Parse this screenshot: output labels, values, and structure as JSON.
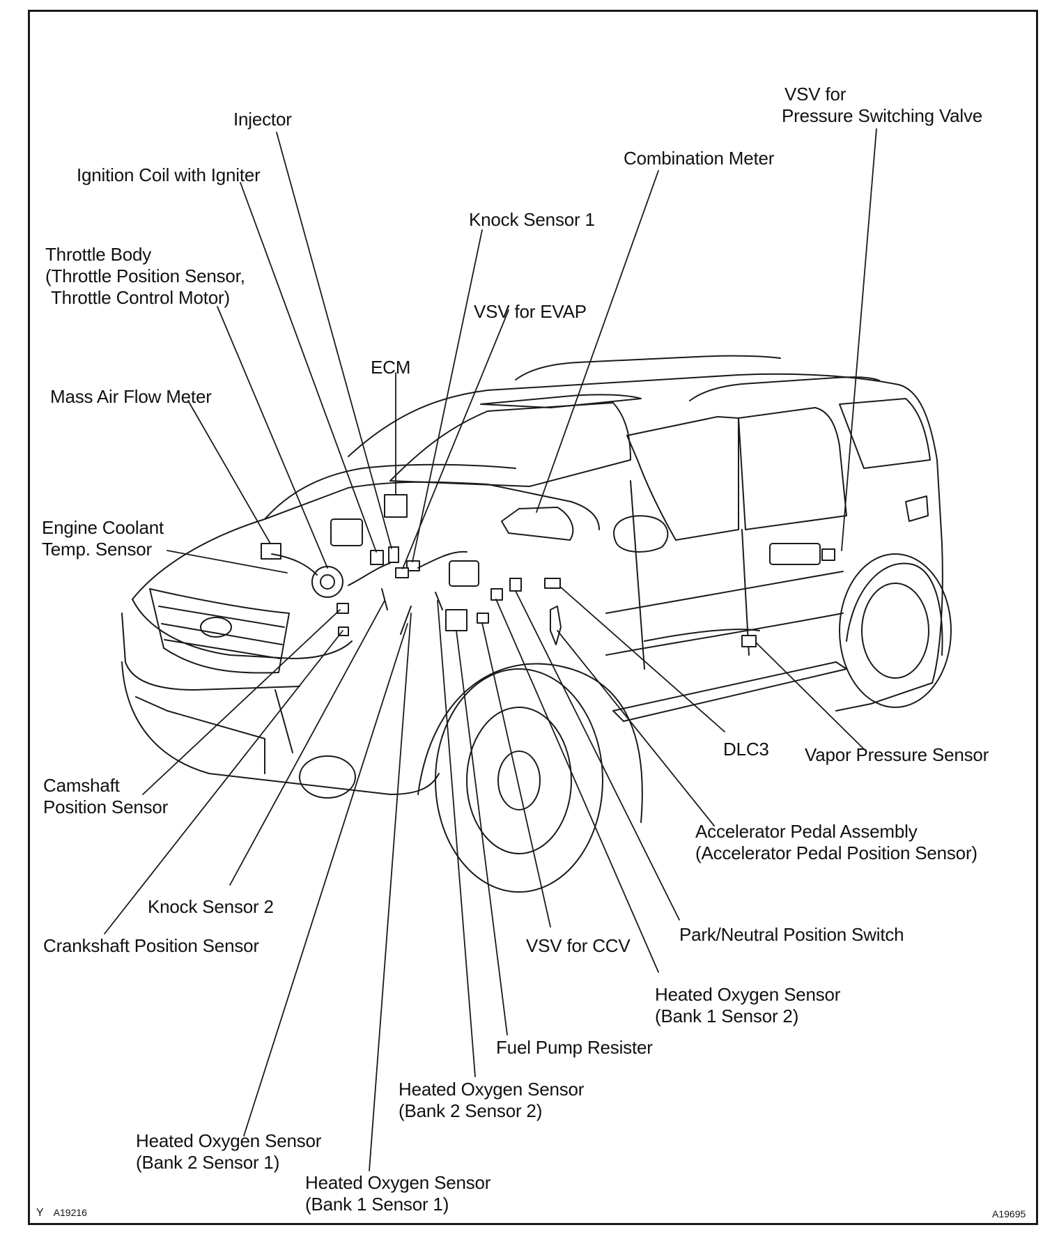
{
  "figure_codes": {
    "bottom_left_letter": "Y",
    "bottom_left": "A19216",
    "bottom_right": "A19695"
  },
  "labels": {
    "injector": "Injector",
    "ignition_coil": "Ignition Coil with Igniter",
    "throttle_body_1": "Throttle Body",
    "throttle_body_2": "(Throttle Position Sensor,",
    "throttle_body_3": "Throttle Control Motor)",
    "mass_air_flow": "Mass Air Flow Meter",
    "ecm": "ECM",
    "knock_sensor_1": "Knock Sensor 1",
    "vsv_evap": "VSV for EVAP",
    "combination_meter": "Combination Meter",
    "vsv_psv_1": "VSV for",
    "vsv_psv_2": "Pressure Switching Valve",
    "engine_coolant_1": "Engine Coolant",
    "engine_coolant_2": "Temp. Sensor",
    "camshaft_1": "Camshaft",
    "camshaft_2": "Position Sensor",
    "knock_sensor_2": "Knock Sensor 2",
    "crankshaft": "Crankshaft Position Sensor",
    "dlc3": "DLC3",
    "vapor_pressure": "Vapor Pressure Sensor",
    "accel_pedal_1": "Accelerator Pedal Assembly",
    "accel_pedal_2": "(Accelerator Pedal Position Sensor)",
    "park_neutral": "Park/Neutral Position Switch",
    "vsv_ccv": "VSV for CCV",
    "hos_b1s2_1": "Heated Oxygen Sensor",
    "hos_b1s2_2": "(Bank 1 Sensor 2)",
    "fuel_pump_resister": "Fuel Pump Resister",
    "hos_b2s2_1": "Heated Oxygen Sensor",
    "hos_b2s2_2": "(Bank 2 Sensor 2)",
    "hos_b2s1_1": "Heated Oxygen Sensor",
    "hos_b2s1_2": "(Bank 2 Sensor 1)",
    "hos_b1s1_1": "Heated Oxygen Sensor",
    "hos_b1s1_2": "(Bank 1 Sensor 1)"
  }
}
